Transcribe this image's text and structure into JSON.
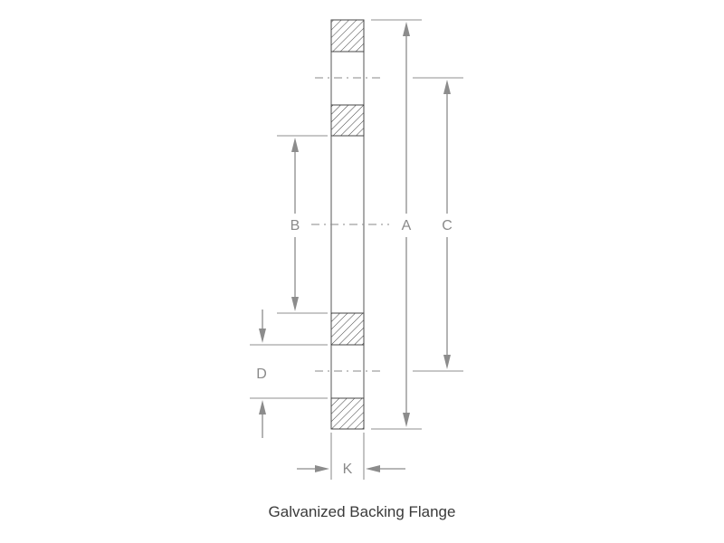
{
  "diagram": {
    "caption": "Galvanized Backing Flange",
    "dimensions": {
      "A": "A",
      "B": "B",
      "C": "C",
      "D": "D",
      "K": "K"
    },
    "colors": {
      "outline": "#444444",
      "dimension": "#8c8c8c",
      "label": "#8a8a8a",
      "caption": "#3a3a3a"
    }
  }
}
